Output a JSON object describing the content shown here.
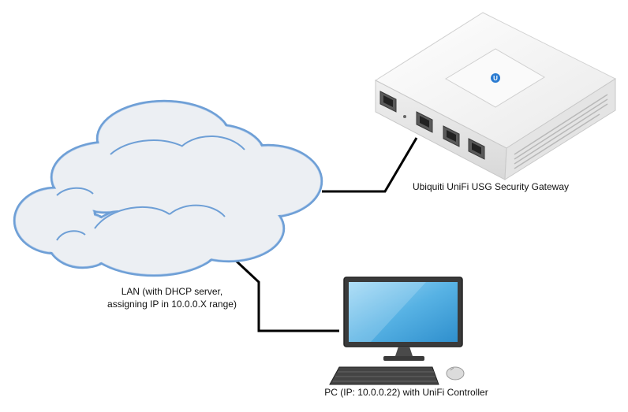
{
  "labels": {
    "lan_line1": "LAN (with DHCP server,",
    "lan_line2": "assigning IP in 10.0.0.X range)",
    "usg": "Ubiquiti UniFi USG Security Gateway",
    "pc": "PC (IP: 10.0.0.22) with UniFi Controller"
  },
  "colors": {
    "cloud_fill": "#eceff3",
    "cloud_stroke": "#6e9fd6",
    "link": "#000000",
    "screen": "#5fb7e6",
    "device_body": "#f2f2f2"
  },
  "icons": {
    "lan": "cloud-icon",
    "usg": "security-gateway-icon",
    "pc": "desktop-pc-icon"
  }
}
